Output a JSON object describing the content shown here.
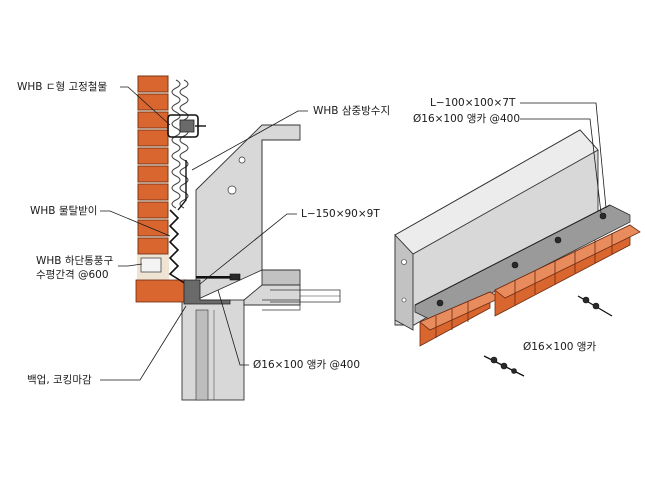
{
  "labels": {
    "tie_bracket": "WHB ㄷ형 고정철물",
    "flashing": "WHB 삼중방수지",
    "drip_receiver": "WHB 물탈받이",
    "weep_vent": "WHB 하단통풍구",
    "weep_spacing": "수평간격 @600",
    "angle_left": "L−150×90×9T",
    "anchor_left": "Ø16×100 앵카 @400",
    "backup_caulk": "백업, 코킹마감",
    "angle_right": "L−100×100×7T",
    "anchor_right_spacing": "Ø16×100 앵카 @400",
    "anchor_right": "Ø16×100 앵카"
  },
  "colors": {
    "brick": "#d9652f",
    "concrete": "#d8d8d8",
    "steel": "#6a6a6a",
    "line": "#1a1a1a"
  }
}
